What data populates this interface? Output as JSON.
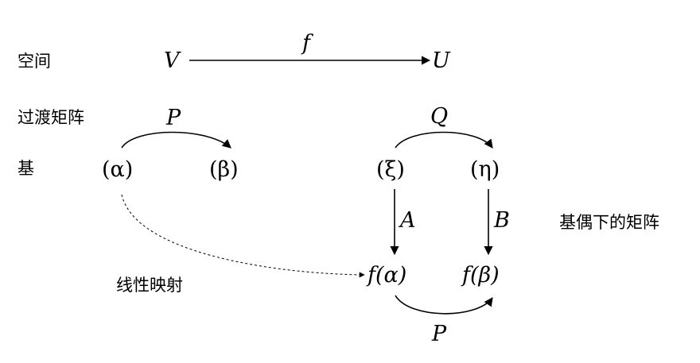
{
  "labels": {
    "space": "空间",
    "transition_matrix": "过渡矩阵",
    "basis": "基",
    "matrix_under_basis_pair": "基偶下的矩阵",
    "linear_map": "线性映射"
  },
  "nodes": {
    "V": "V",
    "U": "U",
    "alpha_basis": "(α)",
    "beta_basis": "(β)",
    "xi_basis": "(ξ)",
    "eta_basis": "(η)",
    "f_alpha": "f(α)",
    "f_beta": "f(β)"
  },
  "edge_labels": {
    "f": "f",
    "P_top": "P",
    "Q": "Q",
    "A": "A",
    "B": "B",
    "P_bottom": "P"
  }
}
